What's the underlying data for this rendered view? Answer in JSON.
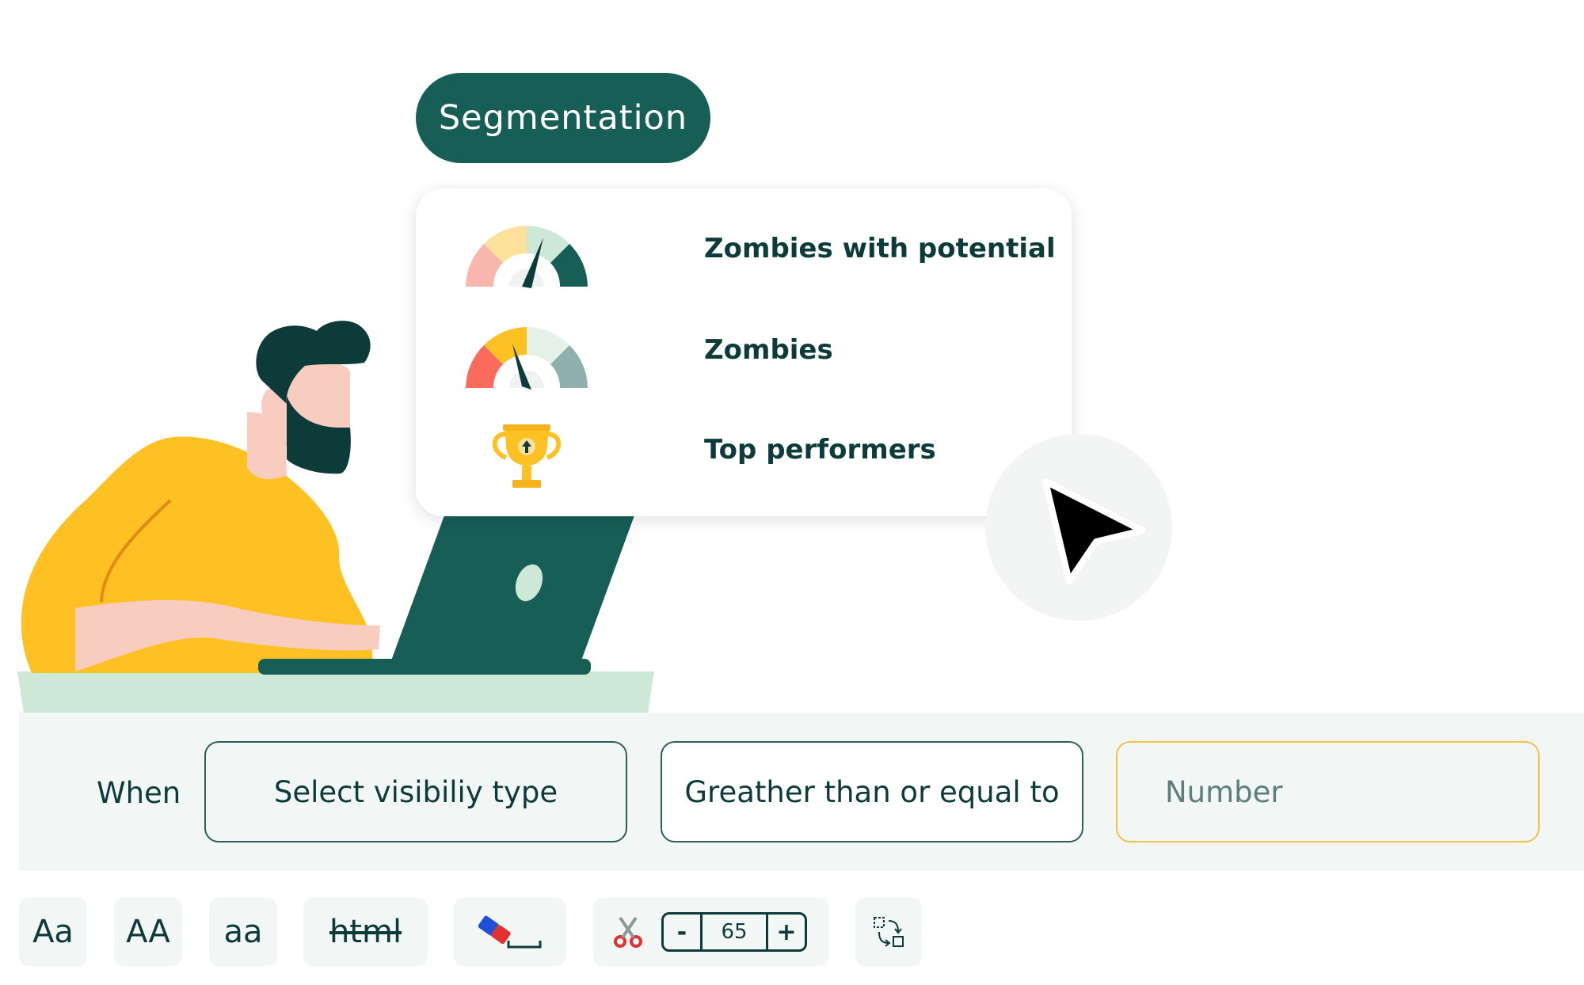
{
  "segmentation": {
    "title": "Segmentation",
    "items": [
      {
        "label": "Zombies with potential",
        "icon": "gauge-high-icon"
      },
      {
        "label": "Zombies",
        "icon": "gauge-low-icon"
      },
      {
        "label": "Top performers",
        "icon": "trophy-icon"
      }
    ]
  },
  "filter": {
    "when_label": "When",
    "visibility_select": "Select visibiliy type",
    "comparator_select": "Greather than or equal to",
    "number_placeholder": "Number"
  },
  "toolbar": {
    "capitalize": "Aa",
    "uppercase": "AA",
    "lowercase": "aa",
    "strip_html": "html",
    "stepper_decrement": "-",
    "stepper_value": "65",
    "stepper_increment": "+"
  },
  "colors": {
    "brand_green": "#175e57",
    "dark_text": "#0d3b3a",
    "panel_bg": "#f2f6f5",
    "accent_yellow": "#f2c14a",
    "shirt_yellow": "#fdc124",
    "desk_green": "#cde8d6"
  }
}
